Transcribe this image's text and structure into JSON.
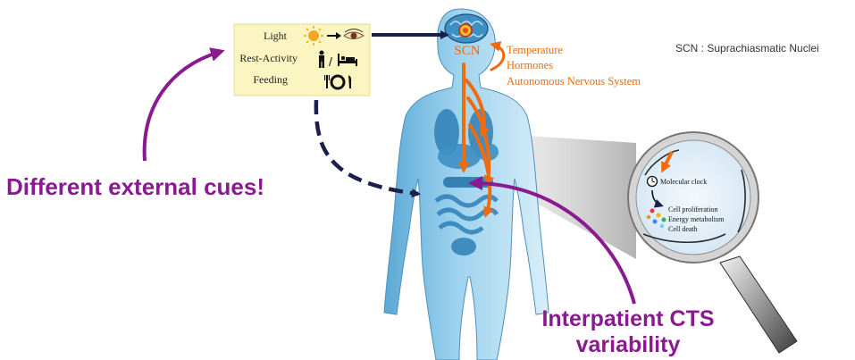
{
  "legend": {
    "text": "SCN : Suprachiasmatic Nuclei"
  },
  "cues_box": {
    "rows": [
      {
        "label": "Light"
      },
      {
        "label": "Rest-Activity"
      },
      {
        "label": "Feeding"
      }
    ]
  },
  "scn": {
    "label": "SCN"
  },
  "outputs": {
    "items": [
      "Temperature",
      "Hormones",
      "Autonomous Nervous System"
    ]
  },
  "magnifier": {
    "molecular_clock": "Molecular clock",
    "outcomes": [
      "Cell proliferation",
      "Energy metabolism",
      "Cell death"
    ]
  },
  "headlines": {
    "external_cues": "Different external cues!",
    "variability_line1": "Interpatient CTS",
    "variability_line2": "variability"
  },
  "colors": {
    "purple": "#8a1a8f",
    "orange": "#ee6b10",
    "navy": "#1b1f4b",
    "cue_box": "#fbf5c2",
    "body_blue": "#8cc9ea"
  }
}
